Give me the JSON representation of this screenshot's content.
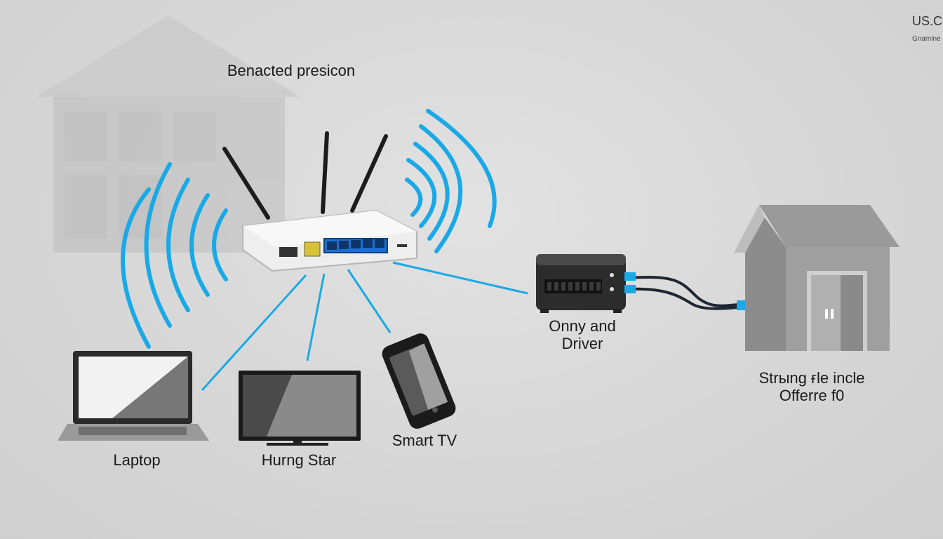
{
  "header": {
    "corner_code": "US.C",
    "corner_small": "Gnamine"
  },
  "labels": {
    "router_caption": "Benacted presicon",
    "laptop": "Laptop",
    "tv": "Hurng Star",
    "phone": "Smart TV",
    "modem": "Onny and\nDriver",
    "house": "Strыng ғle incle\nOfferre f0"
  },
  "colors": {
    "wifi_blue": "#19a9e6",
    "port_blue": "#1b6fd6",
    "background": "#d9d9d9"
  },
  "icons": [
    "house-icon",
    "router-icon",
    "laptop-icon",
    "tv-icon",
    "smartphone-icon",
    "modem-icon",
    "wifi-signal-icon",
    "cable-icon"
  ]
}
